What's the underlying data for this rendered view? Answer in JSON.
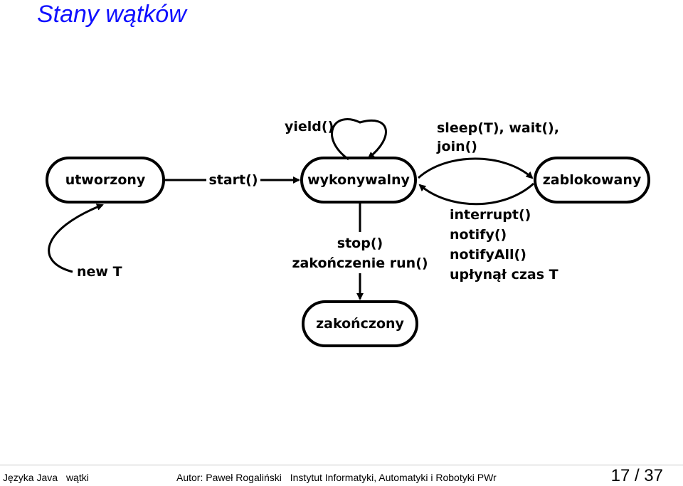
{
  "title": "Stany wątków",
  "diagram": {
    "states": {
      "created": "utworzony",
      "runnable": "wykonywalny",
      "blocked": "zablokowany",
      "terminated": "zakończony"
    },
    "labels": {
      "new_t": "new T",
      "start": "start()",
      "yield": "yield()",
      "sleep_line1": "sleep(T), wait(),",
      "sleep_line2": "join()",
      "wake_line1": "interrupt()",
      "wake_line2": "notify()",
      "wake_line3": "notifyAll()",
      "wake_line4": "upłynął czas T",
      "stop_line1": "stop()",
      "stop_line2": "zakończenie run()"
    }
  },
  "footer": {
    "course": "Języka Java",
    "topic": "wątki",
    "author": "Autor: Paweł Rogaliński",
    "institute": "Instytut Informatyki, Automatyki i Robotyki PWr",
    "page": "17 / 37"
  }
}
